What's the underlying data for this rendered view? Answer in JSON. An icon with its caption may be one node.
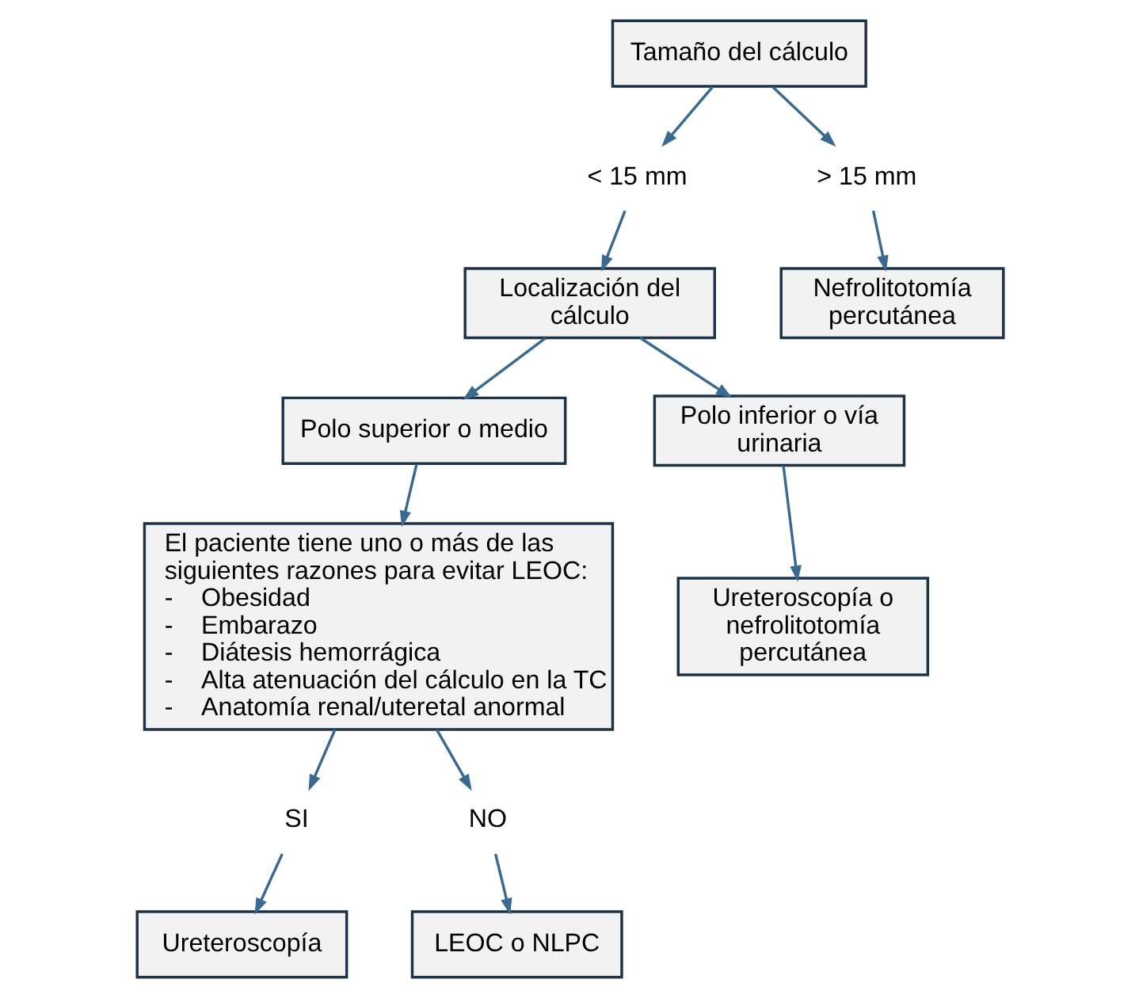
{
  "diagram": {
    "nodes": [
      {
        "text": [
          "Tamaño del cálculo"
        ]
      },
      {
        "text": [
          "< 15 mm"
        ]
      },
      {
        "text": [
          "> 15 mm"
        ]
      },
      {
        "text": [
          "Localización del cálculo"
        ]
      },
      {
        "text": [
          "Nefrolitotomía percutánea"
        ]
      },
      {
        "text": [
          "Polo superior o medio"
        ]
      },
      {
        "text": [
          "Polo inferior o vía urinaria"
        ]
      },
      {
        "text": [
          "El paciente tiene uno o más de las siguientes razones para evitar LEOC:",
          "-    Obesidad",
          "-    Embarazo",
          "-    Diátesis hemorrágica",
          "-    Alta atenuación del cálculo en la TC",
          "-    Anatomía renal/uteretal anormal"
        ]
      },
      {
        "text": [
          "Ureteroscopía o nefrolitotomía percutánea"
        ]
      },
      {
        "text": [
          "SI"
        ]
      },
      {
        "text": [
          "NO"
        ]
      },
      {
        "text": [
          "Ureteroscopía"
        ]
      },
      {
        "text": [
          "LEOC o NLPC"
        ]
      }
    ],
    "edges": [
      {
        "from": 0,
        "to": 1,
        "arrow": "to"
      },
      {
        "from": 0,
        "to": 2,
        "arrow": "to"
      },
      {
        "from": 1,
        "to": 3,
        "arrow": "to"
      },
      {
        "from": 2,
        "to": 4,
        "arrow": "to"
      },
      {
        "from": 3,
        "to": 5,
        "arrow": "to"
      },
      {
        "from": 3,
        "to": 6,
        "arrow": "to"
      },
      {
        "from": 5,
        "to": 7,
        "arrow": "to"
      },
      {
        "from": 6,
        "to": 8,
        "arrow": "to"
      },
      {
        "from": 7,
        "to": 9,
        "arrow": "to"
      },
      {
        "from": 7,
        "to": 10,
        "arrow": "to"
      },
      {
        "from": 9,
        "to": 11,
        "arrow": "to"
      },
      {
        "from": 10,
        "to": 12,
        "arrow": "to"
      }
    ]
  }
}
